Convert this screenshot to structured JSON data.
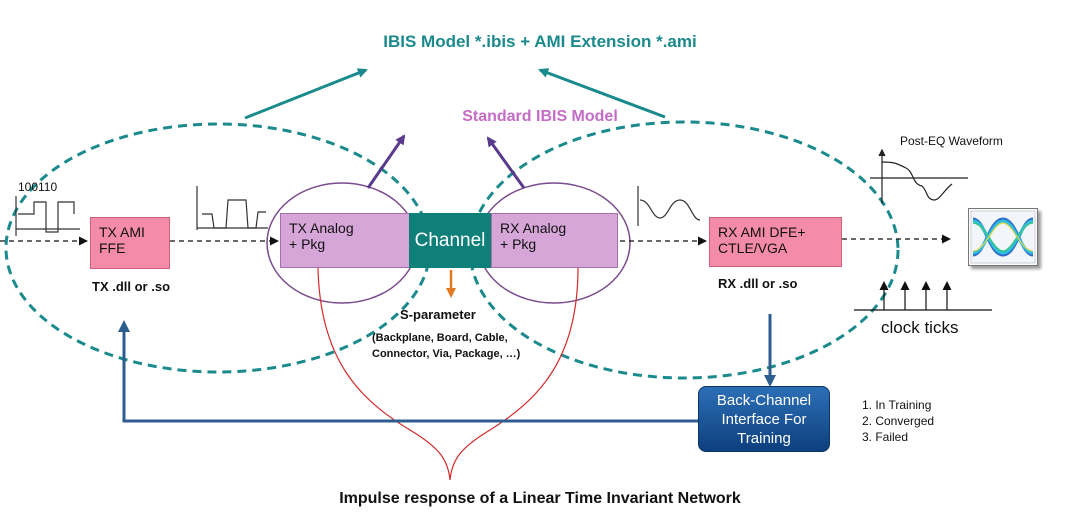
{
  "diagram": {
    "top_title": "IBIS Model *.ibis + AMI Extension *.ami",
    "standard_model_label": "Standard IBIS Model",
    "bitstream_label": "100110",
    "tx_ami_box": {
      "line1": "TX AMI",
      "line2": "FFE"
    },
    "tx_lib_label": "TX .dll or .so",
    "tx_analog_box": {
      "line1": "TX Analog",
      "line2": "+ Pkg"
    },
    "channel_label": "Channel",
    "rx_analog_box": {
      "line1": "RX Analog",
      "line2": "+ Pkg"
    },
    "rx_ami_box": {
      "line1": "RX AMI DFE+",
      "line2": "CTLE/VGA"
    },
    "rx_lib_label": "RX .dll or .so",
    "sparam_title": "S-parameter",
    "sparam_detail_line1": "(Backplane, Board, Cable,",
    "sparam_detail_line2": "Connector, Via, Package, …)",
    "post_eq_label": "Post-EQ Waveform",
    "clock_ticks_label": "clock ticks",
    "back_channel": {
      "line1": "Back-Channel",
      "line2": "Interface For",
      "line3": "Training"
    },
    "training_states": [
      "1. In Training",
      "2. Converged",
      "3. Failed"
    ],
    "bottom_caption": "Impulse response of a Linear Time Invariant Network"
  },
  "colors": {
    "teal": "#1b8a8c",
    "pink_box": "#f48ba8",
    "purple_box": "#d7a6d9",
    "channel_box": "#0f7f7a",
    "standard_text": "#c46cc6",
    "feedback_blue": "#2d5d8f",
    "impulse_red": "#d62a2a",
    "sparam_arrow": "#e07a22"
  }
}
